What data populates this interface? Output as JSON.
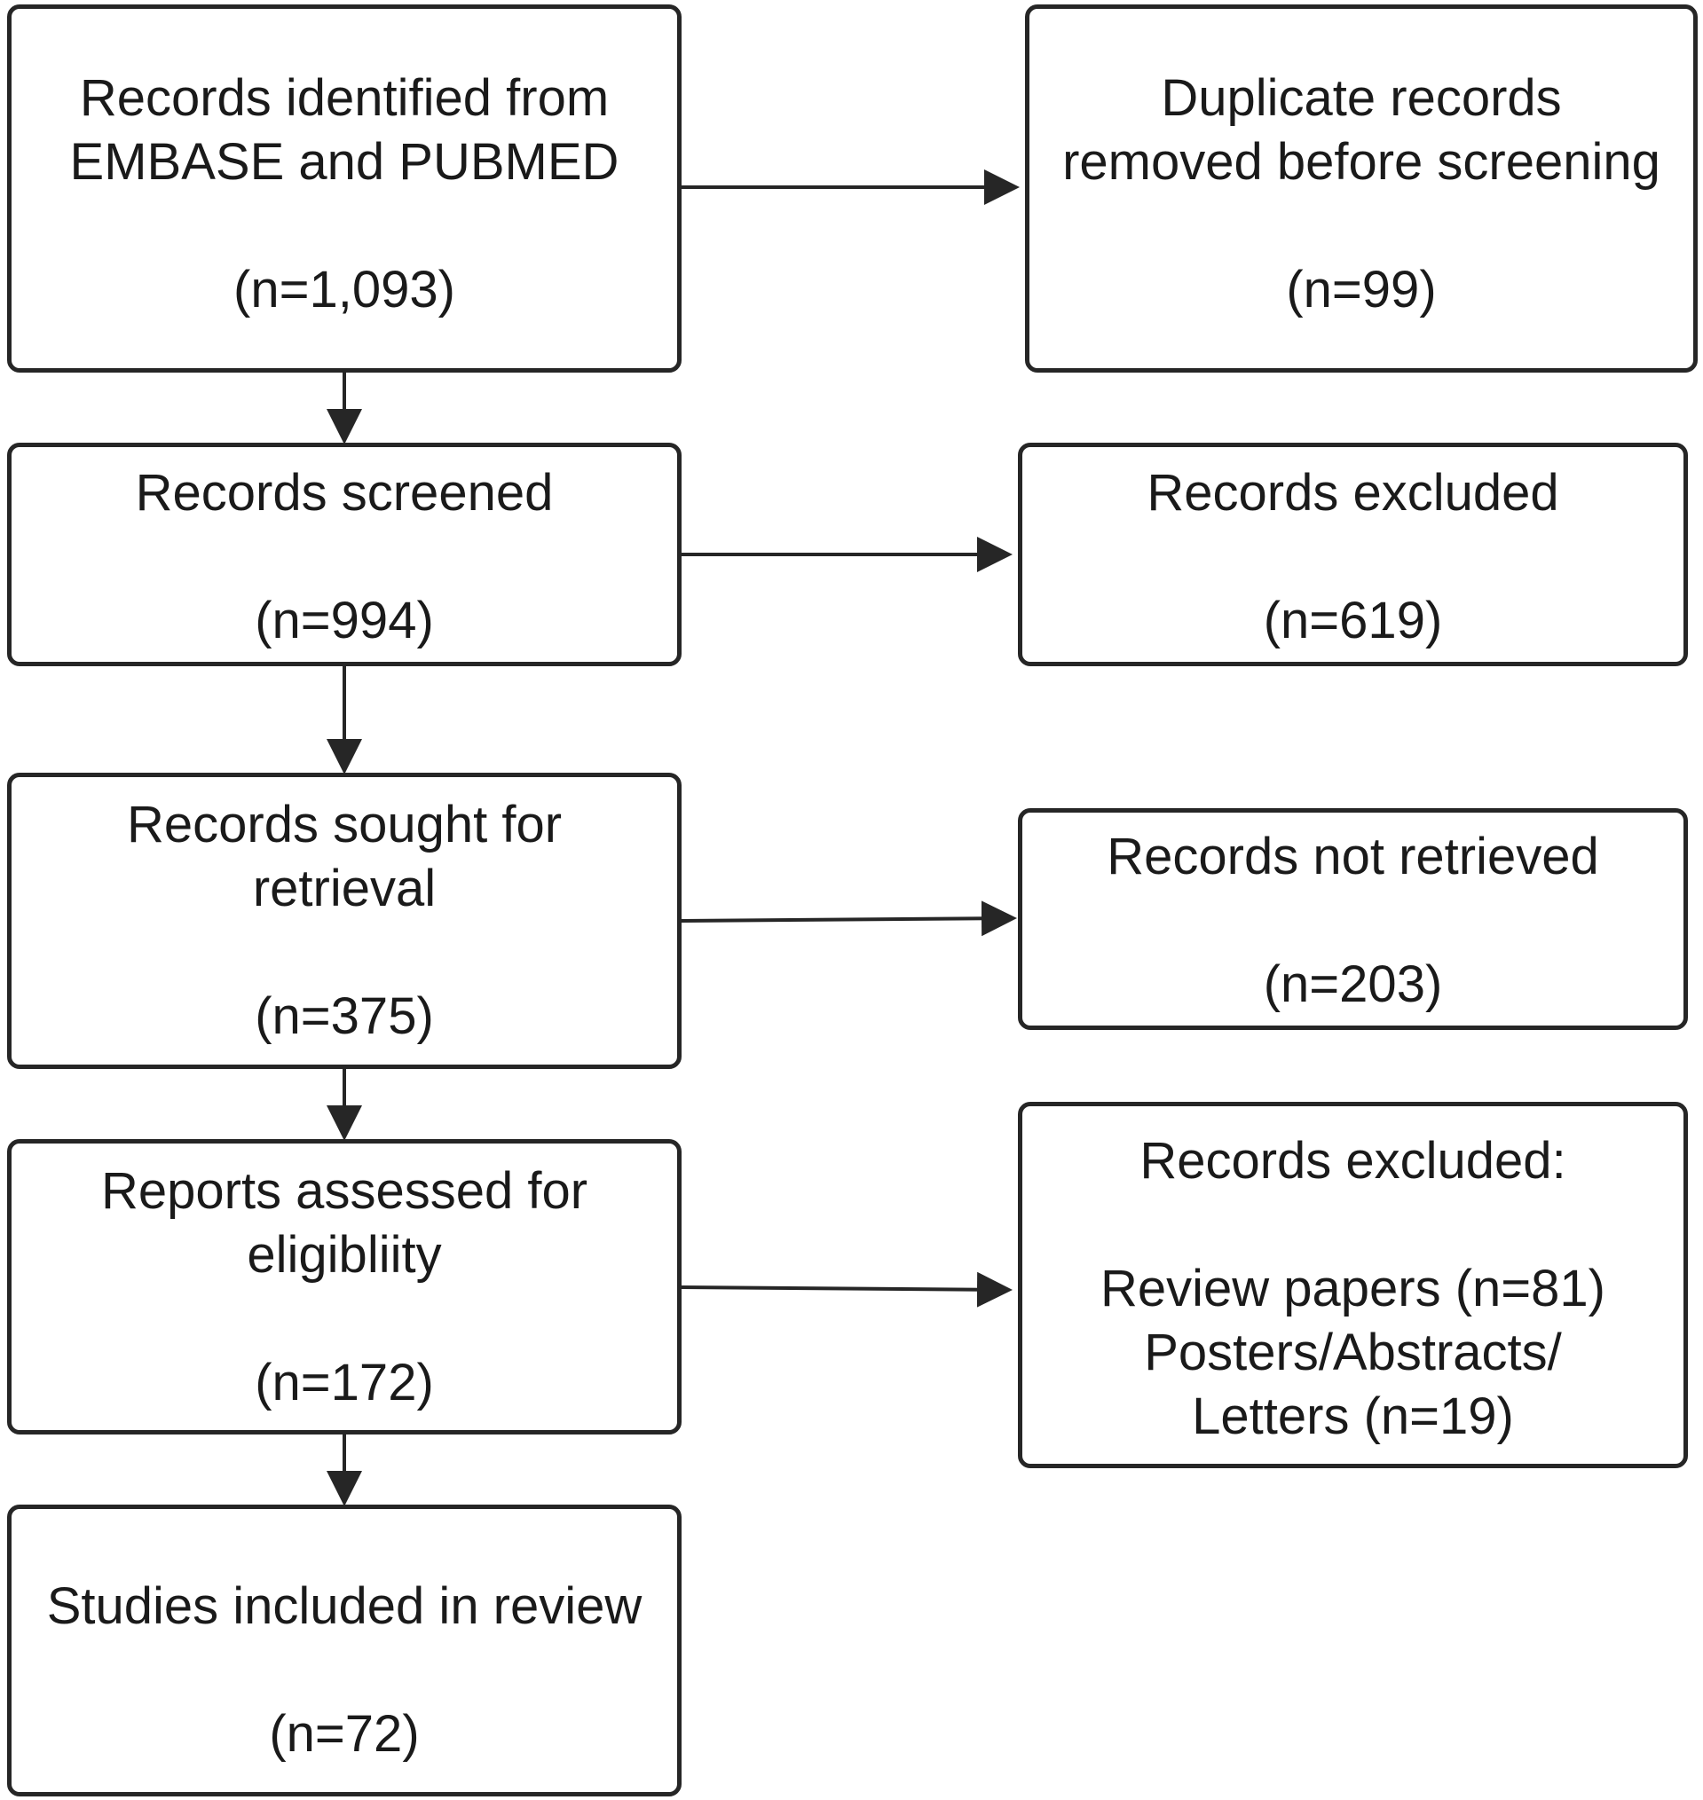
{
  "boxes": {
    "identified": {
      "lines": [
        "Records identified from",
        "EMBASE and PUBMED"
      ],
      "count": "(n=1,093)"
    },
    "duplicates": {
      "lines": [
        "Duplicate records",
        "removed before screening"
      ],
      "count": "(n=99)"
    },
    "screened": {
      "lines": [
        "Records screened"
      ],
      "count": "(n=994)"
    },
    "excluded_screening": {
      "lines": [
        "Records excluded"
      ],
      "count": "(n=619)"
    },
    "sought": {
      "lines": [
        "Records sought for",
        "retrieval"
      ],
      "count": "(n=375)"
    },
    "not_retrieved": {
      "lines": [
        "Records not retrieved"
      ],
      "count": "(n=203)"
    },
    "assessed": {
      "lines": [
        "Reports assessed for",
        "eligibliity"
      ],
      "count": "(n=172)"
    },
    "excluded_eligibility": {
      "title": "Records excluded:",
      "lines": [
        "Review papers (n=81)",
        "Posters/Abstracts/",
        "Letters (n=19)"
      ]
    },
    "included": {
      "lines": [
        "Studies included in review"
      ],
      "count": "(n=72)"
    }
  }
}
